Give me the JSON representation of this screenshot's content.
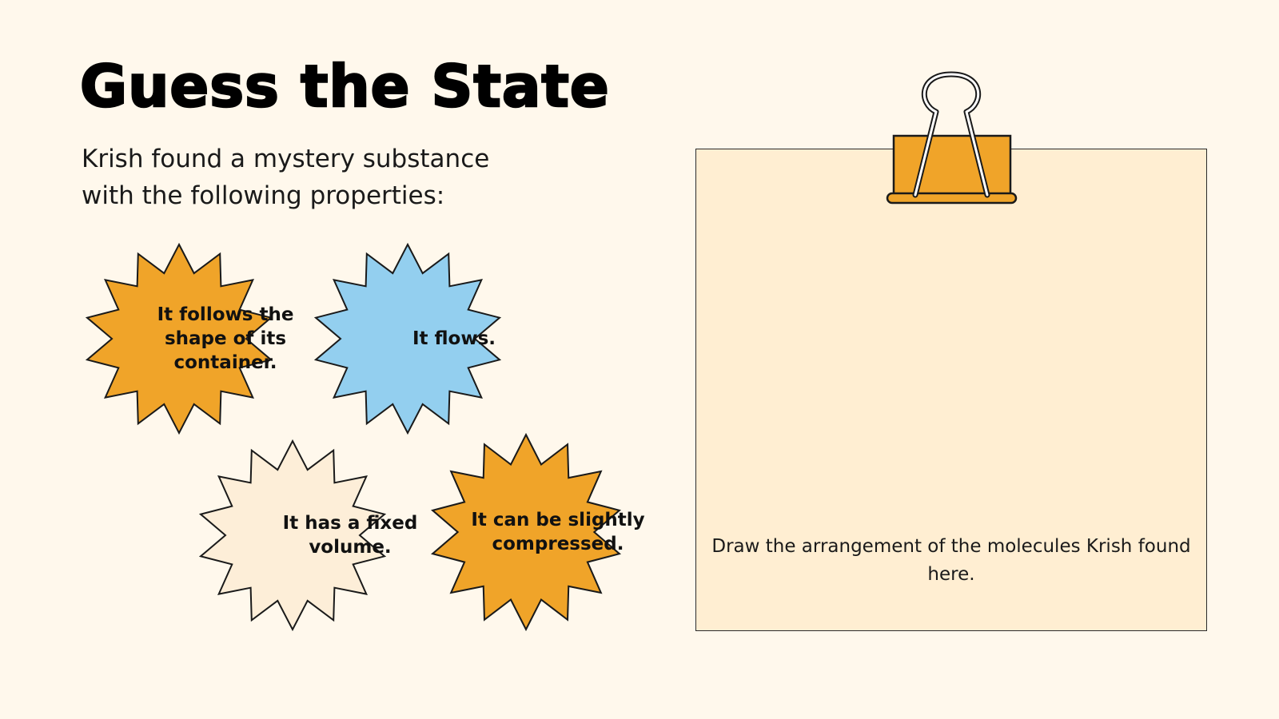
{
  "title": "Guess the State",
  "subtitle": "Krish found a mystery substance with the following properties:",
  "colors": {
    "background": "#FFF8EC",
    "orange": "#F0A429",
    "blue": "#93CFEF",
    "cream": "#FDEED8",
    "note": "#FFEED2"
  },
  "properties": [
    {
      "text": "It follows the shape of its container.",
      "color": "orange"
    },
    {
      "text": "It flows.",
      "color": "blue"
    },
    {
      "text": "It has a fixed volume.",
      "color": "cream"
    },
    {
      "text": "It can be slightly compressed.",
      "color": "orange"
    }
  ],
  "note": {
    "text": "Draw the arrangement of the molecules Krish found here.",
    "icon": "binder-clip-icon"
  }
}
